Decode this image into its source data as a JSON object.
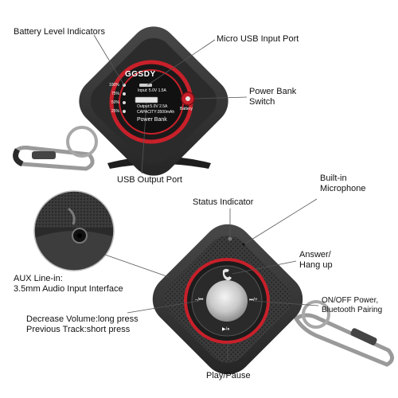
{
  "top_device": {
    "brand": "GGSDY",
    "input_text": "Input: 5.0V 1.5A",
    "output_text": "Output:5.0V 2.5A",
    "capacity_text": "CAPACITY:3500mAh",
    "product_text": "Power Bank",
    "switch_text": "Battery",
    "levels": [
      "100%",
      "75%",
      "50%",
      "25%"
    ]
  },
  "callouts_top": {
    "battery_levels": "Battery Level Indicators",
    "micro_usb": "Micro USB Input Port",
    "power_bank_switch": "Power Bank\nSwitch",
    "usb_output": "USB Output Port"
  },
  "callouts_bottom": {
    "status_indicator": "Status Indicator",
    "microphone": "Built-in\nMicrophone",
    "answer": "Answer/\nHang up",
    "onoff": "ON/OFF Power,\nBluetooth Pairing",
    "aux": "AUX Line-in:\n3.5mm Audio Input Interface",
    "volume": "Decrease Volume:long press\nPrevious Track:short press",
    "play": "Play/Pause"
  },
  "bottom_device": {
    "prev_label": "–/⏮",
    "next_label": "⏭/+",
    "play_label": "▶/⏸"
  },
  "colors": {
    "body": "#3a3a3a",
    "rubber": "#2a2a2a",
    "accent_red": "#c8202a",
    "metal": "#c9c9c9",
    "leader": "#555555"
  }
}
